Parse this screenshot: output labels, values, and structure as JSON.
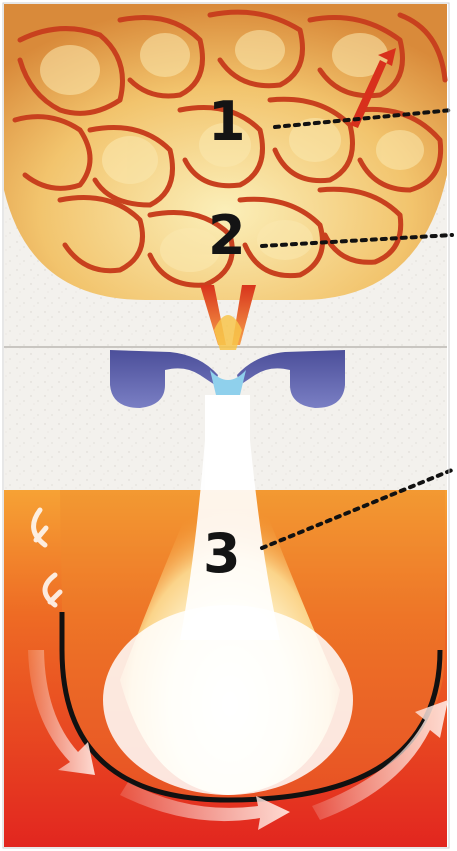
{
  "labels": {
    "zone_1": "1",
    "zone_2": "2",
    "zone_3": "3"
  },
  "colors": {
    "fuel_bed": "#e8a24a",
    "fuel_highlight": "#f7e6a8",
    "fuel_cracks": "#c8401e",
    "insulation": "#f2f0ec",
    "nozzle_air": "#5b5fa8",
    "flame_core": "#fffdf2",
    "flame_outer": "#f29a2e",
    "chamber_bg": "#e2261f",
    "heat_arrows": "#ffd9d0",
    "leader_lines": "#111111"
  }
}
